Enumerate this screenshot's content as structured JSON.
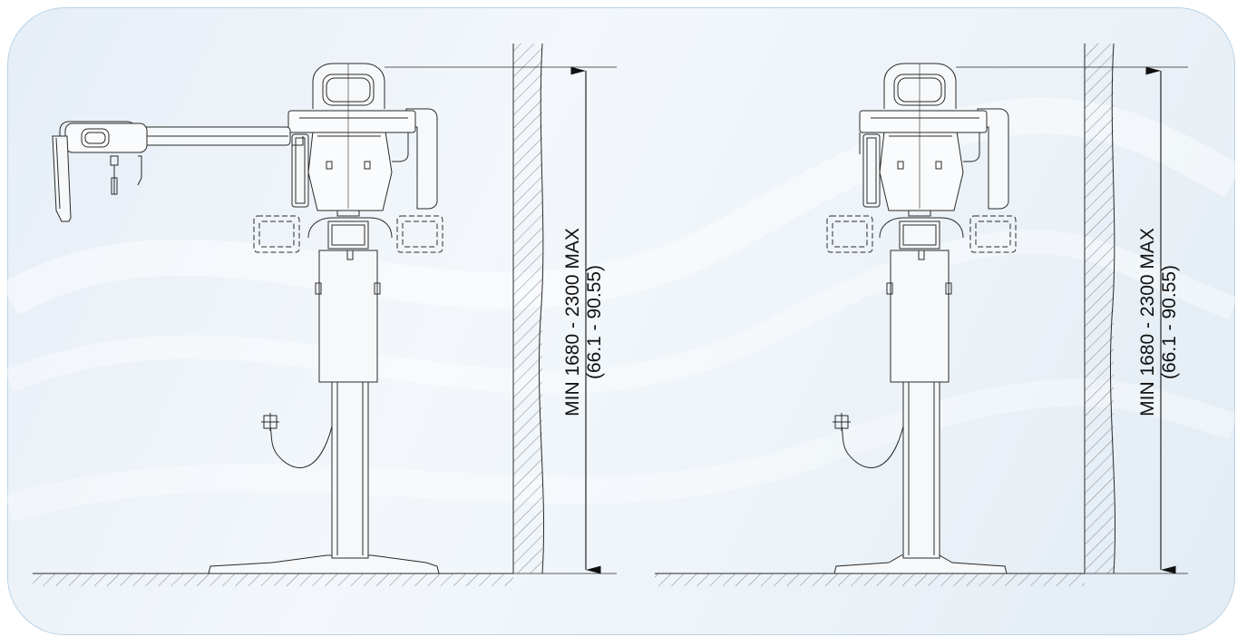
{
  "diagrams": [
    {
      "variant": "with-ceph-arm",
      "dimension": {
        "line1": "MIN 1680 - 2300 MAX",
        "line2": "(66.1 - 90.55)"
      }
    },
    {
      "variant": "pan-only",
      "dimension": {
        "line1": "MIN 1680 - 2300 MAX",
        "line2": "(66.1 - 90.55)"
      }
    }
  ],
  "colors": {
    "line": "#2a2a2a",
    "frame": "#b9d3e6",
    "background": "#eef3f8"
  }
}
